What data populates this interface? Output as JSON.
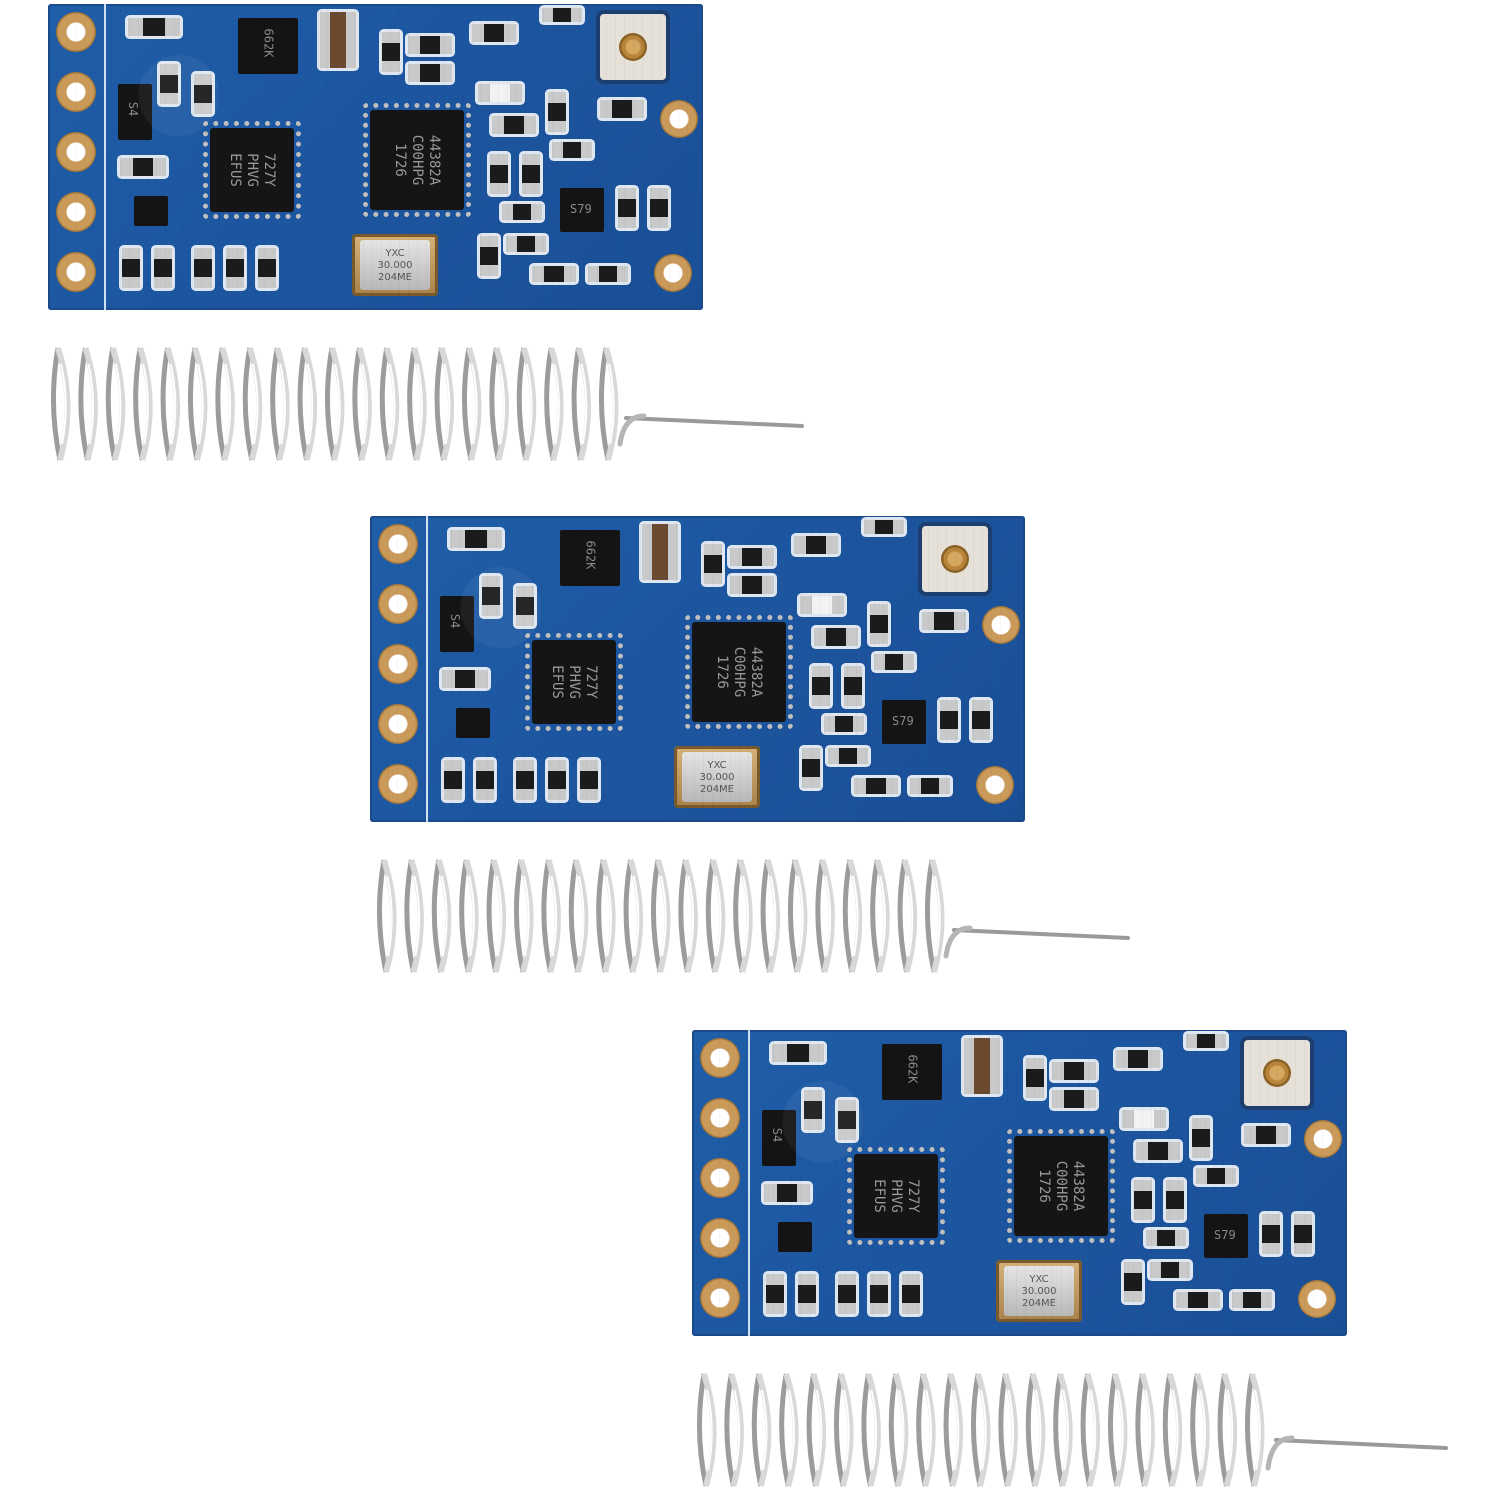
{
  "modules": [
    {
      "chip_small_label": "727Y\nPHVG\nEFUS",
      "chip_large_label": "44382A\nC00HPG\n1726",
      "crystal_label": "YXC\n30.000\n204ME",
      "regulator_label": "662K",
      "diode_label": "S4",
      "transistor_label": "S79"
    },
    {
      "chip_small_label": "727Y\nPHVG\nEFUS",
      "chip_large_label": "44382A\nC00HPG\n1726",
      "crystal_label": "YXC\n30.000\n204ME",
      "regulator_label": "662K",
      "diode_label": "S4",
      "transistor_label": "S79"
    },
    {
      "chip_small_label": "727Y\nPHVG\nEFUS",
      "chip_large_label": "44382A\nC00HPG\n1726",
      "crystal_label": "YXC\n30.000\n204ME",
      "regulator_label": "662K",
      "diode_label": "S4",
      "transistor_label": "S79"
    }
  ],
  "colors": {
    "pcb": "#1f5ea8",
    "pad_gold": "#c99a5a",
    "background": "#ffffff",
    "spring": "#c8c8c8"
  }
}
